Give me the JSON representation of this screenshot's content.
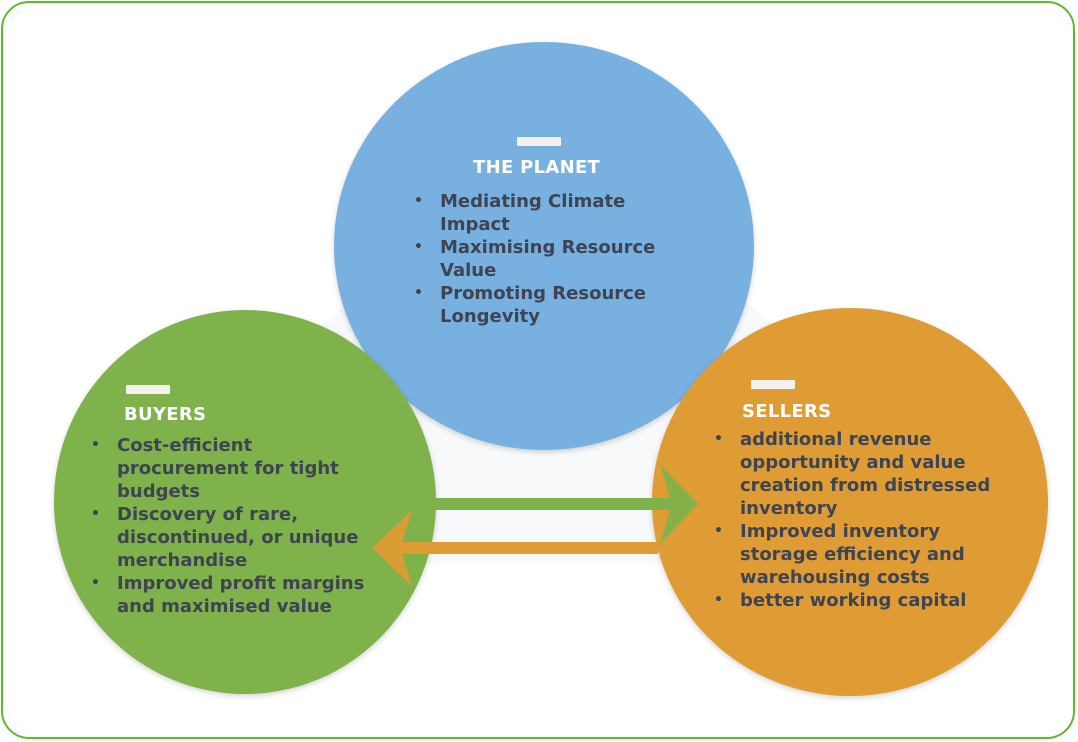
{
  "planet": {
    "title": "THE PLANET",
    "items": [
      "Mediating Climate Impact",
      "Maximising Resource Value",
      "Promoting Resource Longevity"
    ]
  },
  "buyers": {
    "title": "BUYERS",
    "items": [
      "Cost-efficient procurement for tight budgets",
      "Discovery of rare, discontinued, or unique merchandise",
      "Improved profit margins and maximised value"
    ]
  },
  "sellers": {
    "title": "SELLERS",
    "items": [
      "additional revenue opportunity and value creation from distressed inventory",
      "Improved inventory storage efficiency and warehousing costs",
      "better working capital"
    ]
  },
  "colors": {
    "frame": "#5fb82f",
    "planet": "#78b0e0",
    "buyers": "#7fb24a",
    "sellers": "#df9c34",
    "text": "#3e4452"
  }
}
